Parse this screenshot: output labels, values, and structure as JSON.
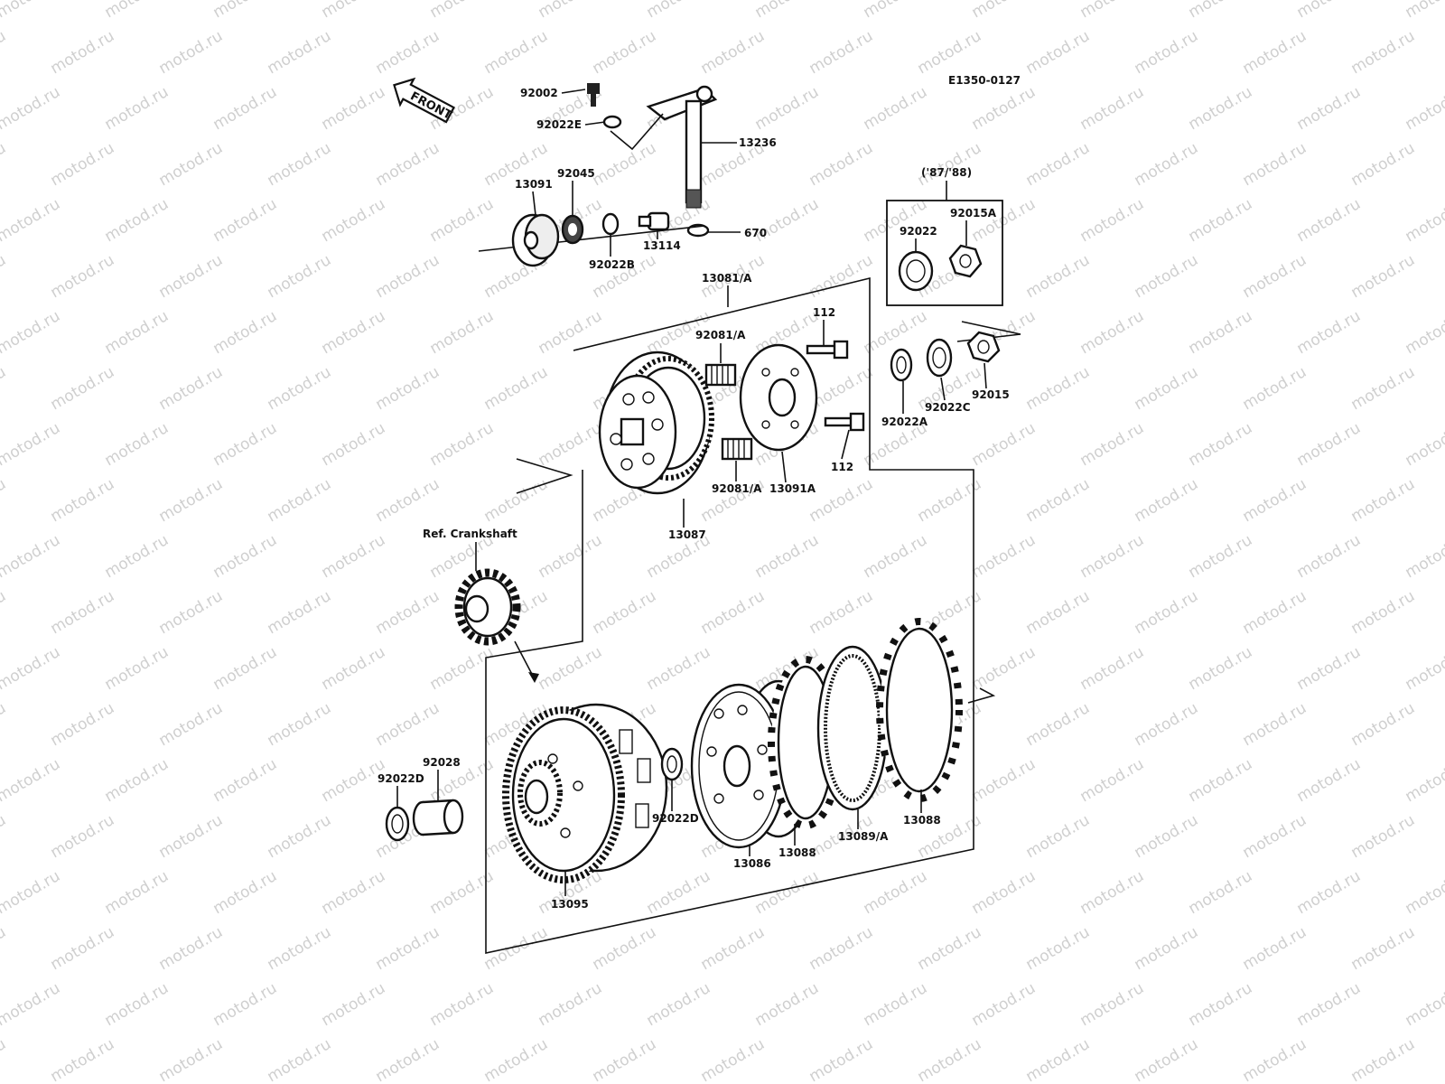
{
  "diagram_code": "E1350-0127",
  "front_label": "FRONT",
  "watermark": "motod.ru",
  "note": "('87/'88)",
  "ref_label": "Ref. Crankshaft",
  "labels": {
    "p92002": "92002",
    "p92022E": "92022E",
    "p13236": "13236",
    "p13091": "13091",
    "p92045": "92045",
    "p92022B": "92022B",
    "p13114": "13114",
    "p670": "670",
    "p92022": "92022",
    "p92015A": "92015A",
    "p13081A": "13081/A",
    "p92081A_top": "92081/A",
    "p112_top": "112",
    "p92022A": "92022A",
    "p92022C": "92022C",
    "p92015": "92015",
    "p13087": "13087",
    "p92081A_bot": "92081/A",
    "p13091A": "13091A",
    "p112_bot": "112",
    "p92028": "92028",
    "p92022D_left": "92022D",
    "p92022D_mid": "92022D",
    "p13095": "13095",
    "p13086": "13086",
    "p13088_a": "13088",
    "p13089A": "13089/A",
    "p13088_b": "13088"
  }
}
